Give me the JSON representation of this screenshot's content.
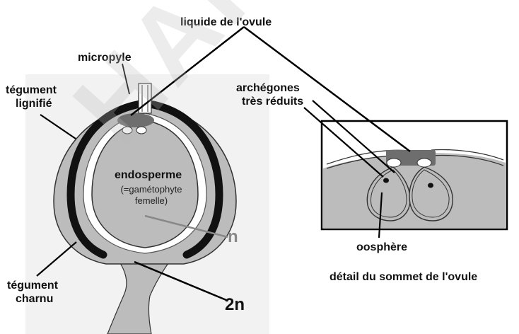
{
  "labels": {
    "liquide": "liquide de l'ovule",
    "micropyle": "micropyle",
    "tegument_lignifie_1": "tégument",
    "tegument_lignifie_2": "lignifié",
    "archegones_1": "archégones",
    "archegones_2": "très réduits",
    "endosperme": "endosperme",
    "gametophyte_1": "(=gamétophyte",
    "gametophyte_2": "femelle)",
    "n": "n",
    "oosphere": "oosphère",
    "detail": "détail du sommet de l'ovule",
    "tegument_charnu_1": "tégument",
    "tegument_charnu_2": "charnu",
    "two_n": "2n"
  },
  "watermark": "HARRAB",
  "colors": {
    "tissue": "#bcbcbc",
    "lignified": "#111111",
    "liquid": "#6e6e6e",
    "frame": "#000000"
  }
}
